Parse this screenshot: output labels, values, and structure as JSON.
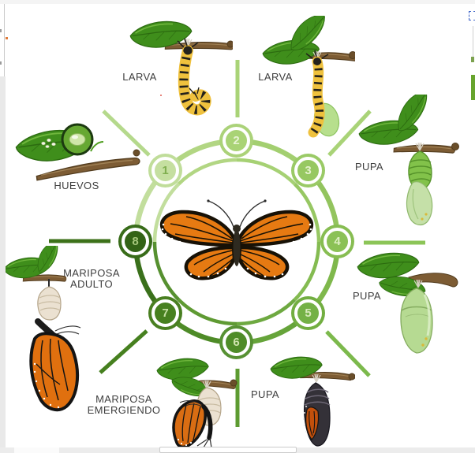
{
  "diagram": {
    "subject": "ciclo de vida de la mariposa monarca",
    "stages": [
      {
        "number": "1",
        "label": "HUEVOS",
        "icon": "eggs-on-leaf",
        "circle_color": "#c5dfa0",
        "number_color": "#7fae4e"
      },
      {
        "number": "2",
        "label": "LARVA",
        "icon": "caterpillar-j-hanging",
        "circle_color": "#a9d375",
        "number_color": "#e7f3d3"
      },
      {
        "number": "3",
        "label": "LARVA",
        "icon": "caterpillar-pupating",
        "circle_color": "#97c862",
        "number_color": "#e4f1cd"
      },
      {
        "number": "4",
        "label": "PUPA",
        "icon": "fresh-green-chrysalis",
        "circle_color": "#8bc156",
        "number_color": "#ddeec3"
      },
      {
        "number": "5",
        "label": "PUPA",
        "icon": "smooth-green-chrysalis",
        "circle_color": "#74b146",
        "number_color": "#d8eabd"
      },
      {
        "number": "6",
        "label": "PUPA",
        "icon": "dark-chrysalis",
        "circle_color": "#4f8c28",
        "number_color": "#cfe3ae"
      },
      {
        "number": "7",
        "label": "MARIPOSA EMERGIENDO",
        "icon": "butterfly-emerging",
        "circle_color": "#47801f",
        "number_color": "#c6dfa4"
      },
      {
        "number": "8",
        "label": "MARIPOSA ADULTO",
        "icon": "adult-butterfly-hanging",
        "circle_color": "#336316",
        "number_color": "#a6c77c"
      }
    ],
    "center_icon": "monarch-butterfly-spread-wings",
    "ring_colors": {
      "light_green": "#b2d683",
      "mid_green": "#7fb84c",
      "dark_green": "#3a701b",
      "separator_dark": "#3c7119",
      "separator_light": "#a9d377"
    },
    "label_text_color": "#3e3e3e"
  }
}
